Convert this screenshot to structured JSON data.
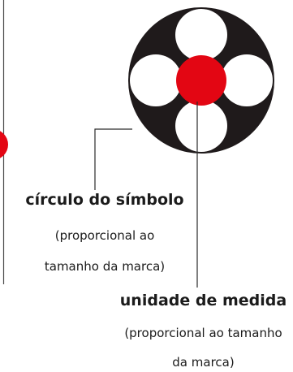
{
  "labels": {
    "symbol_circle": {
      "title": "círculo do símbolo",
      "note_line1": "(proporcional ao",
      "note_line2": "tamanho da marca)"
    },
    "unit": {
      "title": "unidade de medida",
      "note_line1": "(proporcional ao tamanho",
      "note_line2": "da marca)"
    }
  },
  "colors": {
    "symbol_circle": "#1f1a1b",
    "unit_circles": "#ffffff",
    "center_circle": "#e30613",
    "leader_lines": "#2a2a2a",
    "frame_line": "#4a4a4a"
  }
}
